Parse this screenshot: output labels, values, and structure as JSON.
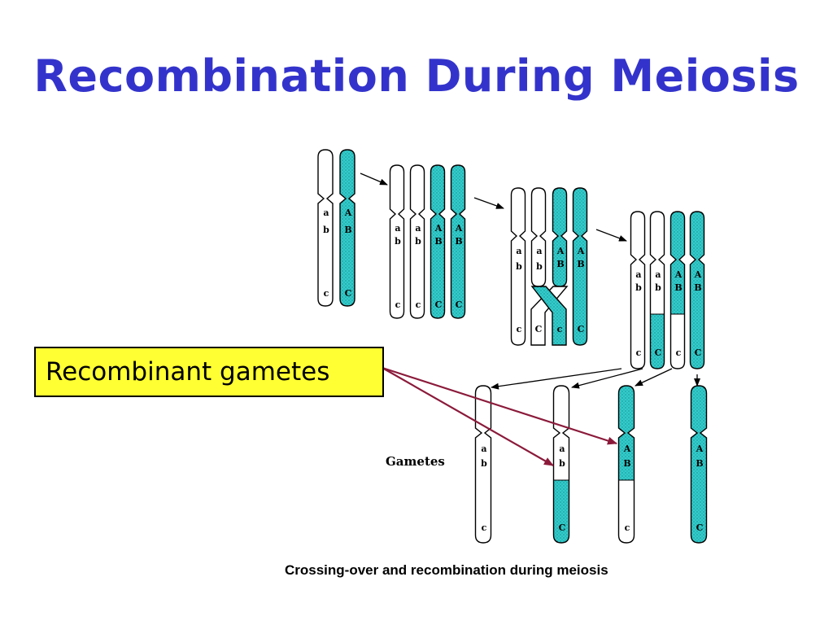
{
  "slide": {
    "title": "Recombination During Meiosis",
    "callout": "Recombinant gametes",
    "accent_color": "#3333cc",
    "callout_bg": "#ffff33",
    "pointer_color": "#8b1a3a",
    "dominant_color": "#33cccc"
  },
  "diagram": {
    "gametes_label": "Gametes",
    "caption": "Crossing-over and recombination  during meiosis",
    "genes": {
      "recessive": [
        "a",
        "b",
        "c"
      ],
      "dominant": [
        "A",
        "B",
        "C"
      ]
    },
    "gametes": [
      {
        "genes": [
          "a",
          "b",
          "c"
        ]
      },
      {
        "genes": [
          "a",
          "b",
          "C"
        ]
      },
      {
        "genes": [
          "A",
          "B",
          "c"
        ]
      },
      {
        "genes": [
          "A",
          "B",
          "C"
        ]
      }
    ]
  }
}
